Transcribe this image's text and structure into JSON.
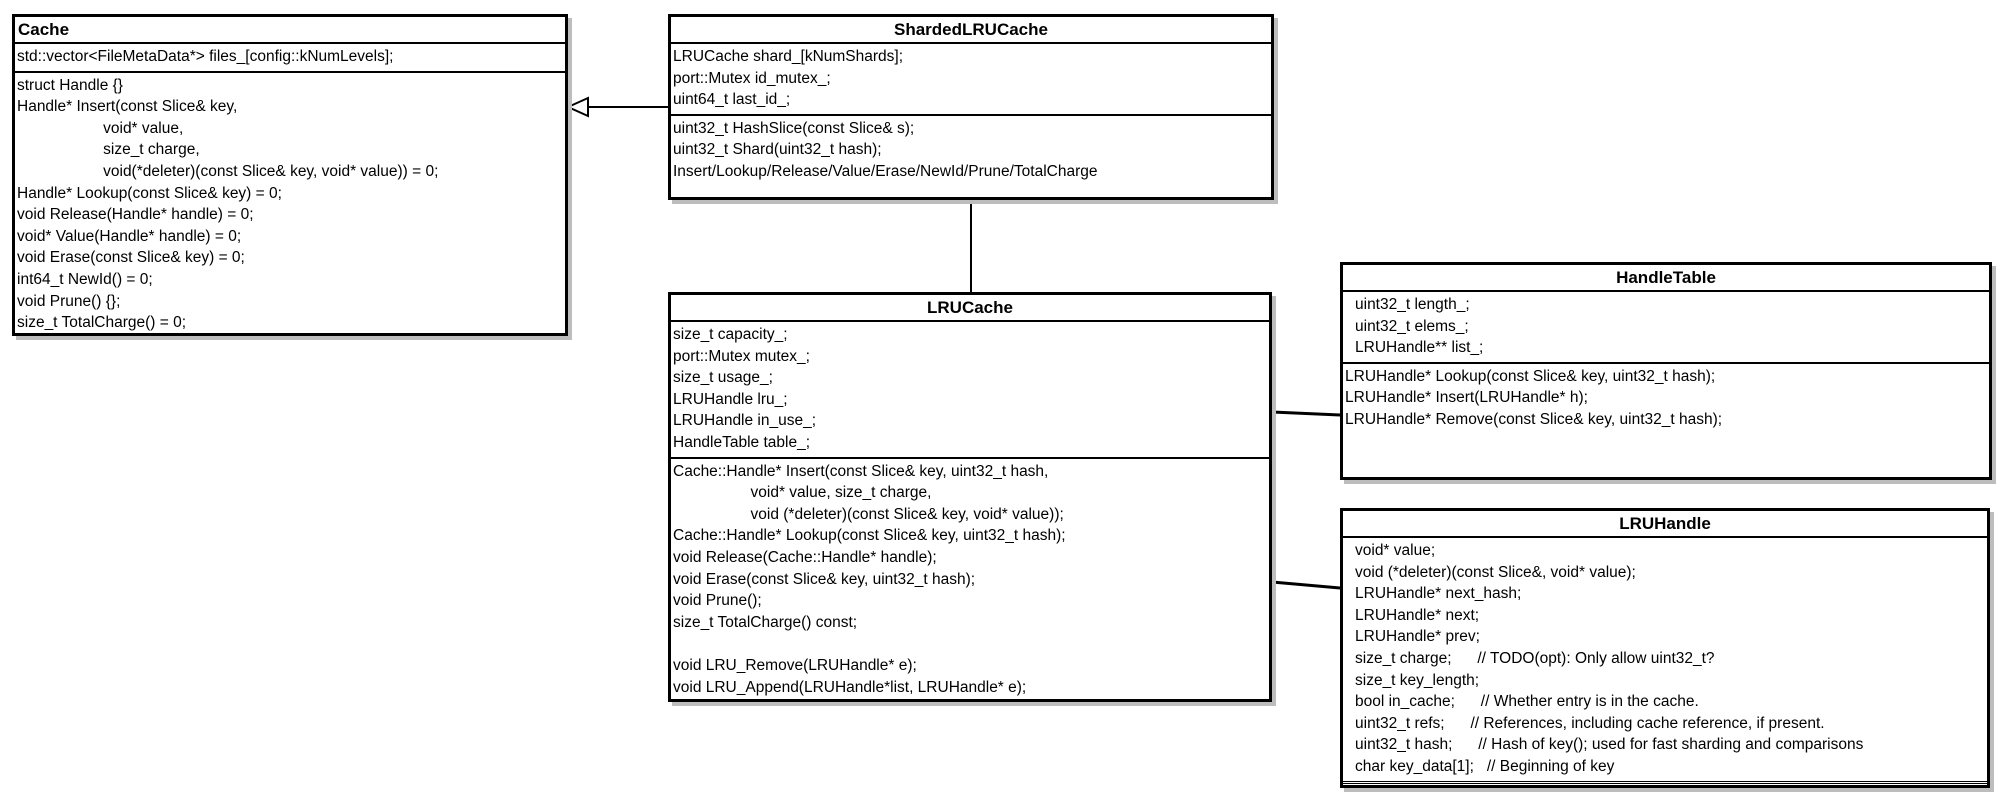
{
  "classes": {
    "cache": {
      "title": "Cache",
      "fields": [
        "std::vector<FileMetaData*> files_[config::kNumLevels];"
      ],
      "methods": [
        "struct Handle {}",
        "Handle* Insert(const Slice& key,",
        "                    void* value,",
        "                    size_t charge,",
        "                    void(*deleter)(const Slice& key, void* value)) = 0;",
        "Handle* Lookup(const Slice& key) = 0;",
        "void Release(Handle* handle) = 0;",
        "void* Value(Handle* handle) = 0;",
        "void Erase(const Slice& key) = 0;",
        "int64_t NewId() = 0;",
        "void Prune() {};",
        "size_t TotalCharge() = 0;"
      ]
    },
    "sharded": {
      "title": "ShardedLRUCache",
      "fields": [
        "LRUCache shard_[kNumShards];",
        "port::Mutex id_mutex_;",
        "uint64_t last_id_;"
      ],
      "methods": [
        "uint32_t HashSlice(const Slice& s);",
        "uint32_t Shard(uint32_t hash);",
        "Insert/Lookup/Release/Value/Erase/NewId/Prune/TotalCharge"
      ]
    },
    "lrucache": {
      "title": "LRUCache",
      "fields": [
        "size_t capacity_;",
        "port::Mutex mutex_;",
        "size_t usage_;",
        "LRUHandle lru_;",
        "LRUHandle in_use_;",
        "HandleTable table_;"
      ],
      "methods": [
        "Cache::Handle* Insert(const Slice& key, uint32_t hash,",
        "                  void* value, size_t charge,",
        "                  void (*deleter)(const Slice& key, void* value));",
        "Cache::Handle* Lookup(const Slice& key, uint32_t hash);",
        "void Release(Cache::Handle* handle);",
        "void Erase(const Slice& key, uint32_t hash);",
        "void Prune();",
        "size_t TotalCharge() const;",
        "void LRU_Remove(LRUHandle* e);",
        "void LRU_Append(LRUHandle*list, LRUHandle* e);"
      ]
    },
    "handletable": {
      "title": "HandleTable",
      "fields": [
        "uint32_t length_;",
        "uint32_t elems_;",
        "LRUHandle** list_;"
      ],
      "methods": [
        "LRUHandle* Lookup(const Slice& key, uint32_t hash);",
        "LRUHandle* Insert(LRUHandle* h);",
        "LRUHandle* Remove(const Slice& key, uint32_t hash);"
      ]
    },
    "lruhandle": {
      "title": "LRUHandle",
      "fields": [
        "void* value;",
        "void (*deleter)(const Slice&, void* value);",
        "LRUHandle* next_hash;",
        "LRUHandle* next;",
        "LRUHandle* prev;",
        "size_t charge;      // TODO(opt): Only allow uint32_t?",
        "size_t key_length;",
        "bool in_cache;      // Whether entry is in the cache.",
        "uint32_t refs;      // References, including cache reference, if present.",
        "uint32_t hash;      // Hash of key(); used for fast sharding and comparisons",
        "char key_data[1];   // Beginning of key"
      ]
    }
  }
}
